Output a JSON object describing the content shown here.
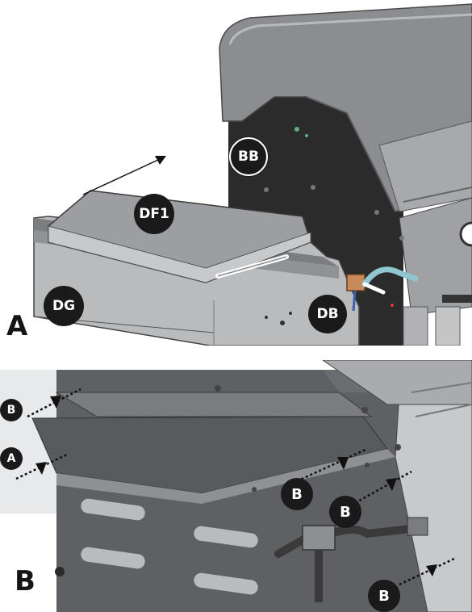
{
  "panels": [
    {
      "letter": "A"
    },
    {
      "letter": "B"
    }
  ],
  "callouts_a": {
    "bb": "BB",
    "df1": "DF1",
    "dg": "DG",
    "db": "DB"
  },
  "callouts_b": {
    "b1": "B",
    "a1": "A",
    "b2": "B",
    "b3": "B",
    "b4": "B"
  },
  "colors": {
    "steel_dark": "#6d6f72",
    "steel_mid": "#9a9c9f",
    "steel_light": "#c7c8ca",
    "black_panel": "#2b2b2c",
    "callout_bg": "#1a1a1a",
    "hose": "#8fc6cf",
    "valve_copper": "#c98a5a"
  }
}
